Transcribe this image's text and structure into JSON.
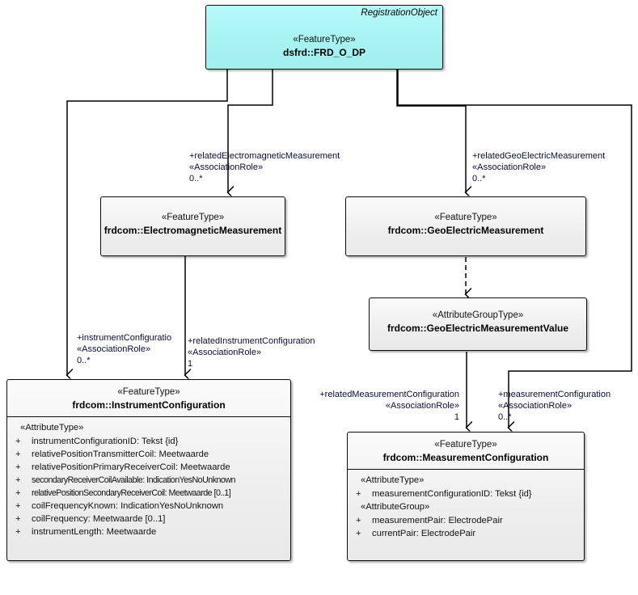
{
  "diagram": {
    "type": "uml-class-diagram",
    "title": "FRD_O_DP UML class diagram"
  },
  "classes": {
    "frd_o_dp": {
      "stereotype": "«FeatureType»",
      "name": "dsfrd::FRD_O_DP",
      "tag": "RegistrationObject",
      "fill": "#a9f2f2"
    },
    "electromagnetic_measurement": {
      "stereotype": "«FeatureType»",
      "name": "frdcom::ElectromagneticMeasurement"
    },
    "geoelectric_measurement": {
      "stereotype": "«FeatureType»",
      "name": "frdcom::GeoElectricMeasurement"
    },
    "geoelectric_measurement_value": {
      "stereotype": "«AttributeGroupType»",
      "name": "frdcom::GeoElectricMeasurementValue"
    },
    "instrument_configuration": {
      "stereotype": "«FeatureType»",
      "name": "frdcom::InstrumentConfiguration",
      "attribute_group_label": "«AttributeType»",
      "attributes": [
        {
          "visibility": "+",
          "text": "instrumentConfigurationID: Tekst {id}"
        },
        {
          "visibility": "+",
          "text": "relativePositionTransmitterCoil: Meetwaarde"
        },
        {
          "visibility": "+",
          "text": "relativePositionPrimaryReceiverCoil: Meetwaarde"
        },
        {
          "visibility": "+",
          "text": "secondaryReceiverCoilAvailable: IndicationYesNoUnknown"
        },
        {
          "visibility": "+",
          "text": "relativePositionSecondaryReceiverCoil: Meetwaarde [0..1]"
        },
        {
          "visibility": "+",
          "text": "coilFrequencyKnown: IndicationYesNoUnknown"
        },
        {
          "visibility": "+",
          "text": "coilFrequency: Meetwaarde [0..1]"
        },
        {
          "visibility": "+",
          "text": "instrumentLength: Meetwaarde"
        }
      ]
    },
    "measurement_configuration": {
      "stereotype": "«FeatureType»",
      "name": "frdcom::MeasurementConfiguration",
      "attribute_group_label_1": "«AttributeType»",
      "attributes_1": [
        {
          "visibility": "+",
          "text": "measurementConfigurationID: Tekst {id}"
        }
      ],
      "attribute_group_label_2": "«AttributeGroup»",
      "attributes_2": [
        {
          "visibility": "+",
          "text": "measurementPair: ElectrodePair"
        },
        {
          "visibility": "+",
          "text": "currentPair: ElectrodePair"
        }
      ]
    }
  },
  "associations": [
    {
      "id": "assoc_em",
      "role": "+relatedElectromagneticMeasurement",
      "stereotype": "«AssociationRole»",
      "multiplicity": "0..*",
      "from": "frd_o_dp",
      "to": "electromagnetic_measurement"
    },
    {
      "id": "assoc_ge",
      "role": "+relatedGeoElectricMeasurement",
      "stereotype": "«AssociationRole»",
      "multiplicity": "0..*",
      "from": "frd_o_dp",
      "to": "geoelectric_measurement"
    },
    {
      "id": "assoc_ic",
      "role": "+instrumentConfiguratio",
      "stereotype": "«AssociationRole»",
      "multiplicity": "0..*",
      "from": "frd_o_dp",
      "to": "instrument_configuration"
    },
    {
      "id": "assoc_ric",
      "role": "+relatedInstrumentConfiguration",
      "stereotype": "«AssociationRole»",
      "multiplicity": "1",
      "from": "electromagnetic_measurement",
      "to": "instrument_configuration"
    },
    {
      "id": "assoc_rmc",
      "role": "+relatedMeasurementConfiguration",
      "stereotype": "«AssociationRole»",
      "multiplicity": "1",
      "from": "geoelectric_measurement_value",
      "to": "measurement_configuration"
    },
    {
      "id": "assoc_mc",
      "role": "+measurementConfiguration",
      "stereotype": "«AssociationRole»",
      "multiplicity": "0..*",
      "from": "frd_o_dp",
      "to": "measurement_configuration"
    }
  ],
  "dependencies": [
    {
      "id": "dep_gemv",
      "from": "geoelectric_measurement",
      "to": "geoelectric_measurement_value",
      "style": "dashed"
    }
  ]
}
